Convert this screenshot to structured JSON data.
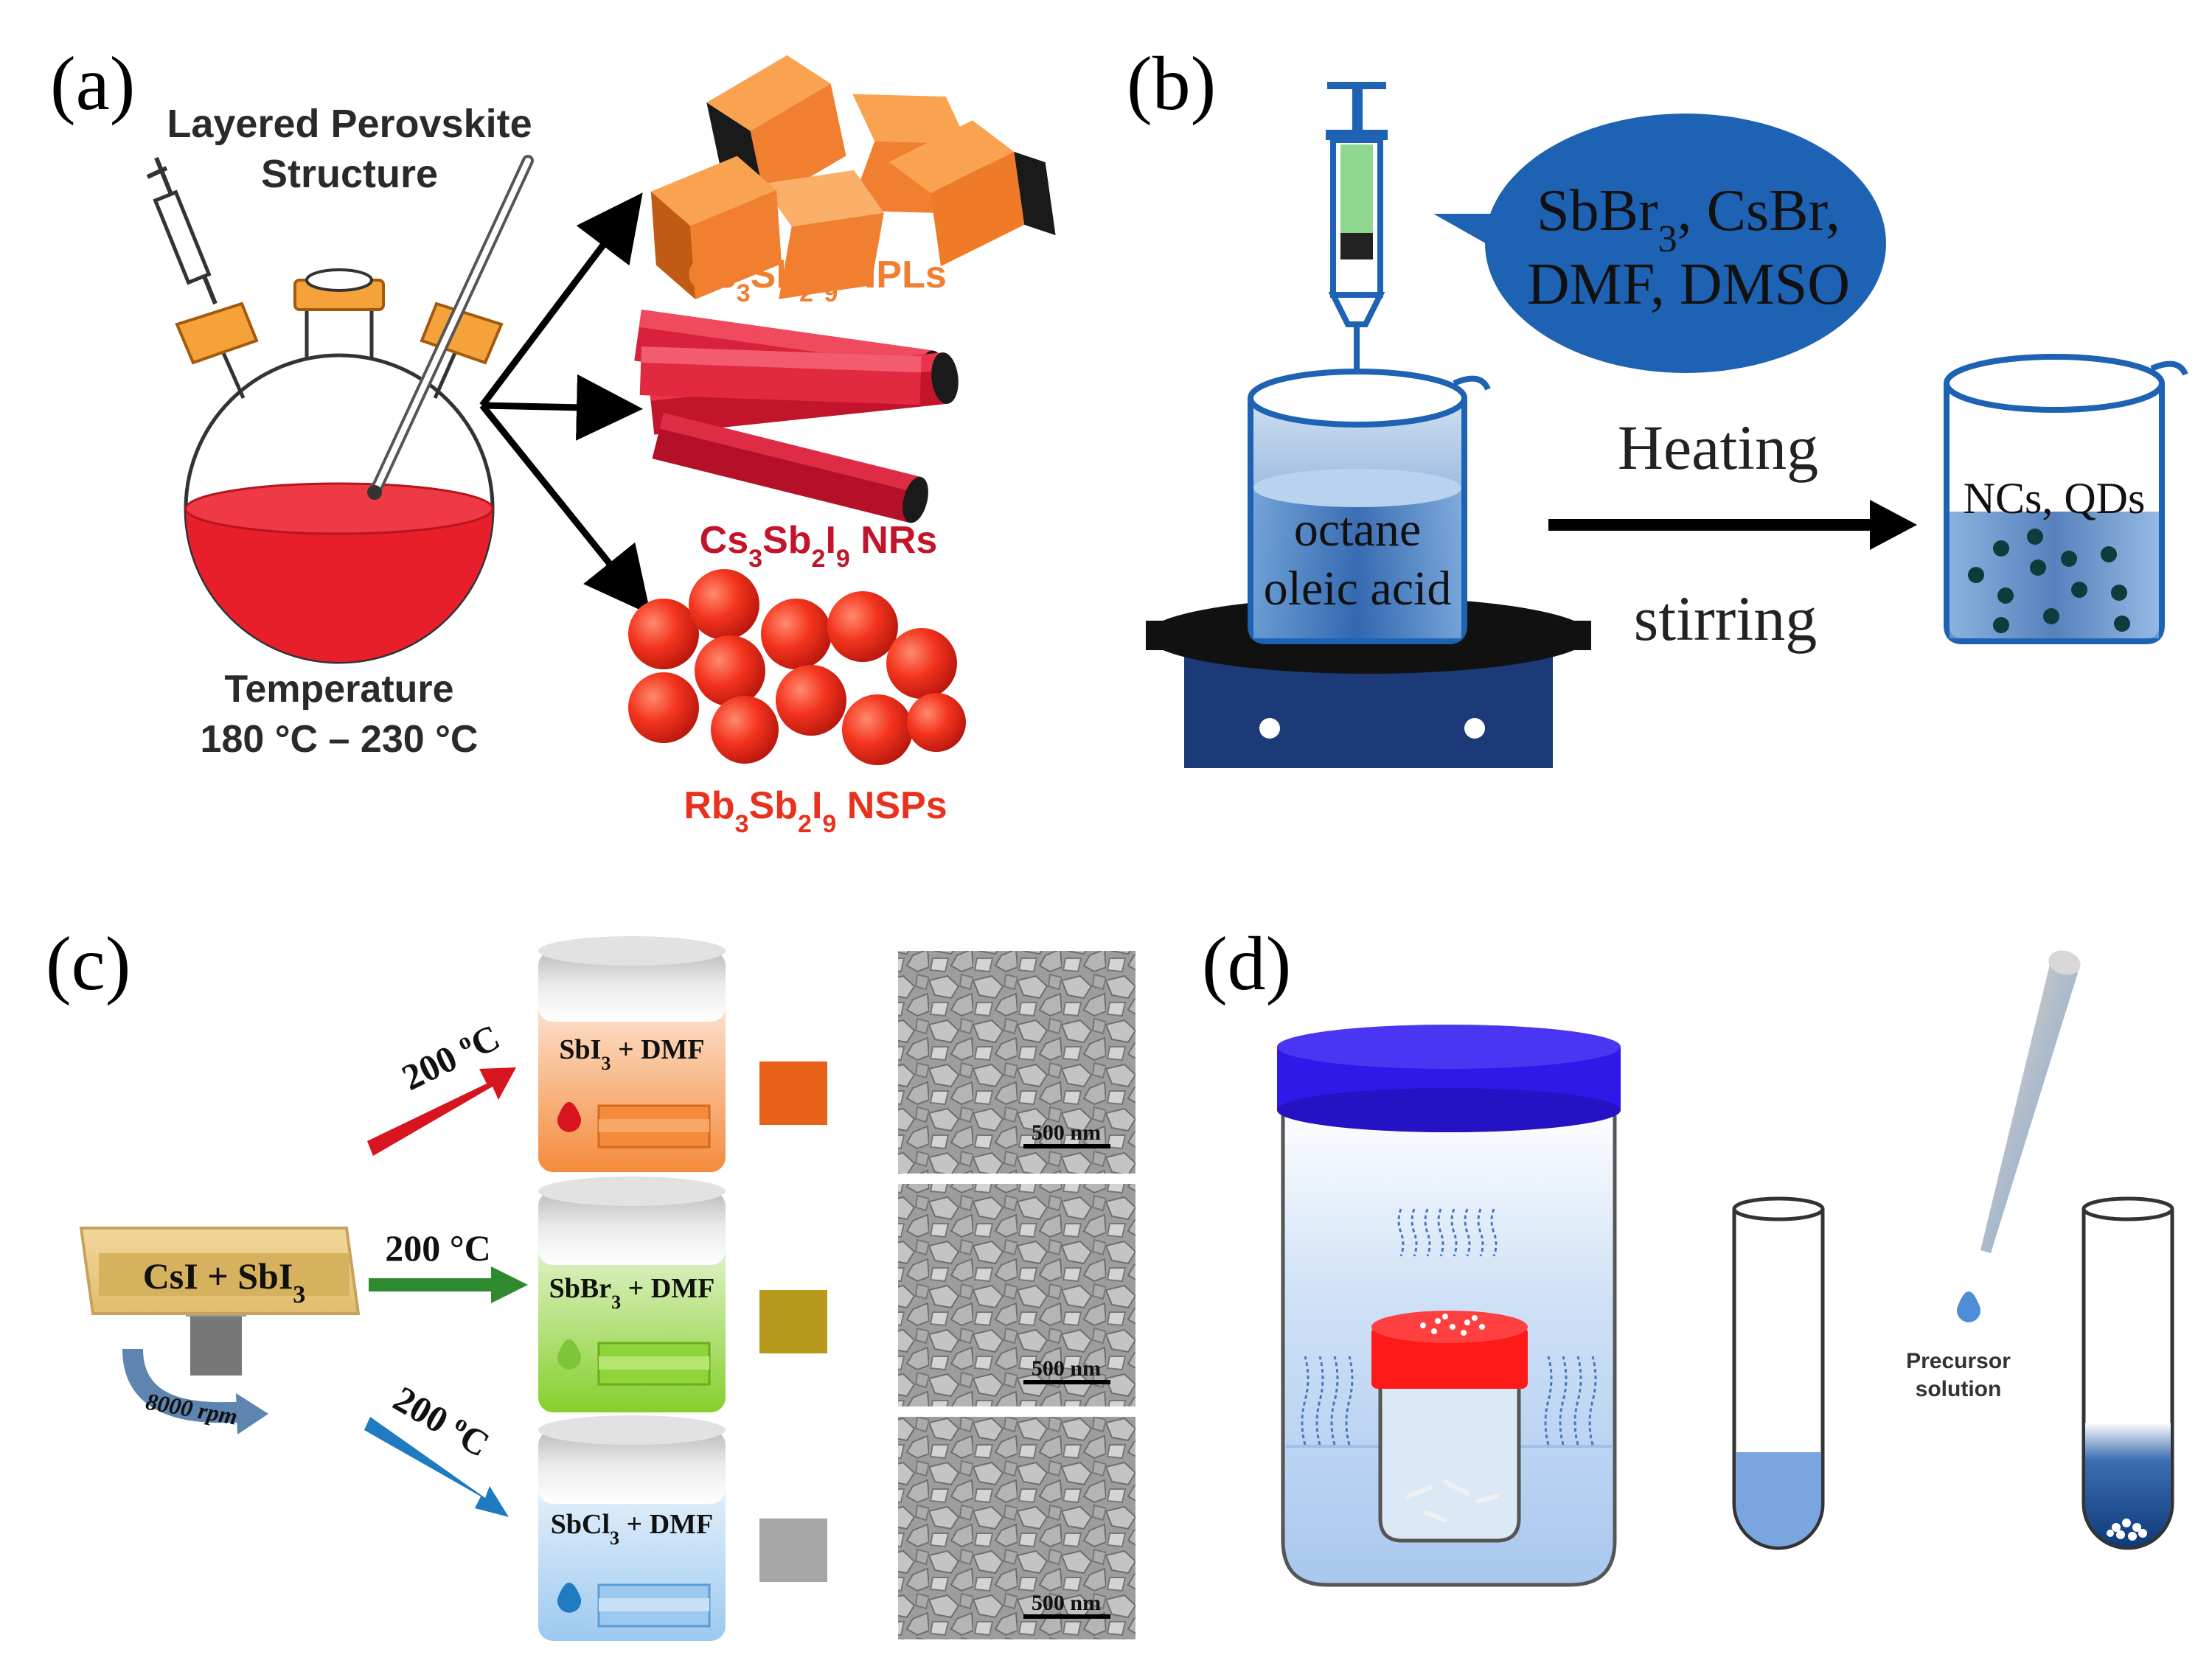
{
  "panel_labels": [
    "(a)",
    "(b)",
    "(c)",
    "(d)"
  ],
  "panel_a": {
    "structure_line1": "Layered Perovskite",
    "structure_line2": "Structure",
    "temperature_line1": "Temperature",
    "temperature_line2": "180 °C – 230 °C",
    "products": [
      {
        "base1": "Cs",
        "sub1": "3",
        "base2": "Sb",
        "sub2": "2",
        "base3": "I",
        "sub3": "9",
        "suffix": " NPLs",
        "color": "#f07f2f"
      },
      {
        "base1": "Cs",
        "sub1": "3",
        "base2": "Sb",
        "sub2": "2",
        "base3": "I",
        "sub3": "9",
        "suffix": " NRs",
        "color": "#c2142a"
      },
      {
        "base1": "Rb",
        "sub1": "3",
        "base2": "Sb",
        "sub2": "2",
        "base3": "I",
        "sub3": "9",
        "suffix": " NSPs",
        "color": "#e8321e"
      }
    ]
  },
  "panel_b": {
    "bubble_line1_a": "SbBr",
    "bubble_line1_sub": "3",
    "bubble_line1_b": ", CsBr,",
    "bubble_line2": "DMF, DMSO",
    "beaker_line1": "octane",
    "beaker_line2": "oleic acid",
    "arrow_top": "Heating",
    "arrow_bottom": "stirring",
    "product": "NCs, QDs"
  },
  "panel_c": {
    "substrate_a": "CsI + SbI",
    "substrate_sub": "3",
    "spin": "8000 rpm",
    "temp_a": "200 ",
    "temp_sup": "o",
    "temp_b": "C",
    "temp_plain": "200 °C",
    "vials": [
      {
        "a": "SbI",
        "sub": "3",
        "b": " + DMF"
      },
      {
        "a": "SbBr",
        "sub": "3",
        "b": " + DMF"
      },
      {
        "a": "SbCl",
        "sub": "3",
        "b": " + DMF"
      }
    ],
    "scale_bar": "500 nm"
  },
  "panel_d": {
    "precursor_line1": "Precursor",
    "precursor_line2": "solution"
  },
  "colors": {
    "orange": "#f07f2f",
    "red": "#e81f1f",
    "crimson": "#c2142a",
    "beaker_blue": "#1e62b4",
    "stage_navy": "#1d3a78",
    "arrow_red": "#d8141e",
    "arrow_green": "#2f8a2f",
    "arrow_blue": "#1f7bc0",
    "lid_blue": "#2f18e8",
    "cap_red": "#ff1a1a"
  }
}
